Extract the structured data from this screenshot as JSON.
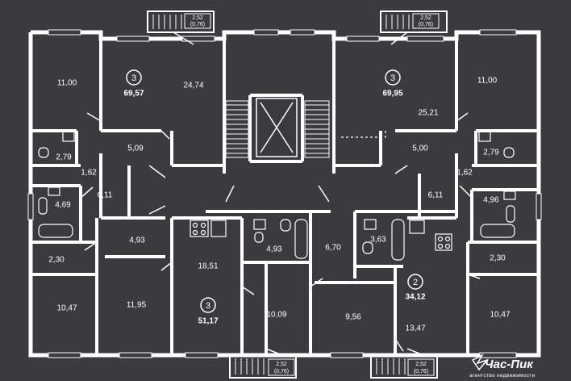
{
  "rooms": [
    {
      "id": "r1",
      "area": "11,00"
    },
    {
      "id": "r2",
      "area": "24,74"
    },
    {
      "id": "r3",
      "area": "5,09"
    },
    {
      "id": "r4",
      "area": "2,79"
    },
    {
      "id": "r5",
      "area": "1,62"
    },
    {
      "id": "r6",
      "area": "6,11"
    },
    {
      "id": "r7",
      "area": "4,69"
    },
    {
      "id": "r8",
      "area": "4,93"
    },
    {
      "id": "r9",
      "area": "2,30"
    },
    {
      "id": "r10",
      "area": "10,47"
    },
    {
      "id": "r11",
      "area": "11,95"
    },
    {
      "id": "r12",
      "area": "18,51"
    },
    {
      "id": "r13",
      "area": "4,93"
    },
    {
      "id": "r14",
      "area": "10,09"
    },
    {
      "id": "r15",
      "area": "6,70"
    },
    {
      "id": "r16",
      "area": "9,56"
    },
    {
      "id": "r17",
      "area": "3,63"
    },
    {
      "id": "r18",
      "area": "13,47"
    },
    {
      "id": "r19",
      "area": "25,21"
    },
    {
      "id": "r20",
      "area": "11,00"
    },
    {
      "id": "r21",
      "area": "5,00"
    },
    {
      "id": "r22",
      "area": "2,79"
    },
    {
      "id": "r23",
      "area": "1,62"
    },
    {
      "id": "r24",
      "area": "6,11"
    },
    {
      "id": "r25",
      "area": "4,96"
    },
    {
      "id": "r26",
      "area": "2,30"
    },
    {
      "id": "r27",
      "area": "10,47"
    }
  ],
  "apartments": [
    {
      "id": "a1",
      "rooms": "3",
      "total": "69,57"
    },
    {
      "id": "a2",
      "rooms": "3",
      "total": "69,95"
    },
    {
      "id": "a3",
      "rooms": "3",
      "total": "51,17"
    },
    {
      "id": "a4",
      "rooms": "2",
      "total": "34,12"
    }
  ],
  "balconies": [
    {
      "id": "b1",
      "area": "2,52",
      "reduced": "(0,76)"
    },
    {
      "id": "b2",
      "area": "2,52",
      "reduced": "(0,76)"
    },
    {
      "id": "b3",
      "area": "2,52",
      "reduced": "(0,76)"
    },
    {
      "id": "b4",
      "area": "2,52",
      "reduced": "(0,76)"
    }
  ],
  "logo": {
    "name": "Час-Пик",
    "tagline": "агентство недвижимости"
  }
}
